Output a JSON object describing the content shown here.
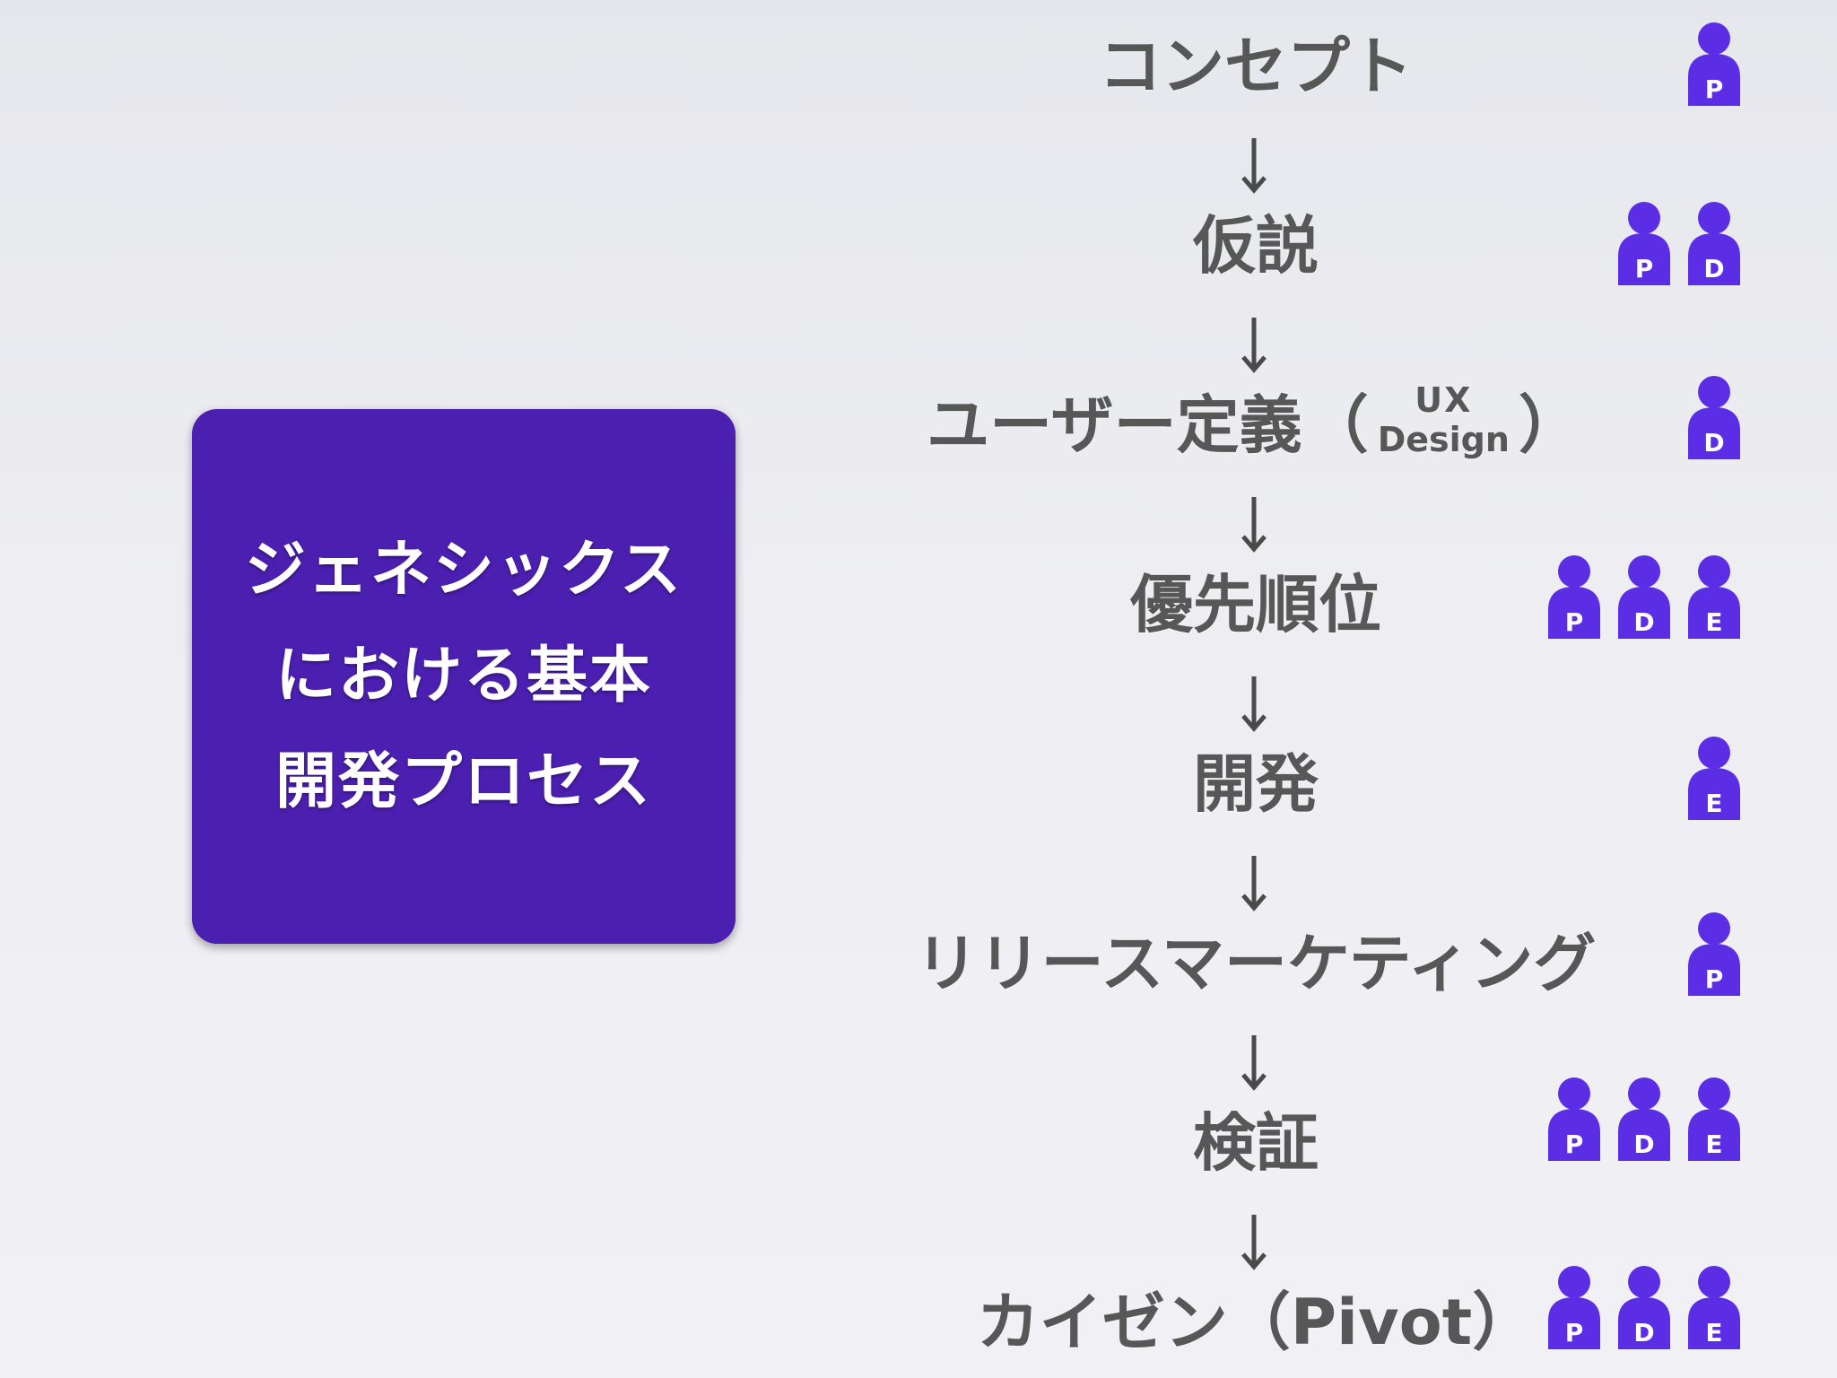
{
  "title_lines": [
    "ジェネシックス",
    "における基本",
    "開発プロセス"
  ],
  "steps": [
    {
      "label": "コンセプト",
      "roles": [
        "P"
      ]
    },
    {
      "label": "仮説",
      "roles": [
        "P",
        "D"
      ]
    },
    {
      "label": "ユーザー定義",
      "open_paren": "（",
      "sub_top": "UX",
      "sub_bottom": "Design",
      "close_paren": "）",
      "roles": [
        "D"
      ]
    },
    {
      "label": "優先順位",
      "roles": [
        "P",
        "D",
        "E"
      ]
    },
    {
      "label": "開発",
      "roles": [
        "E"
      ]
    },
    {
      "label": "リリースマーケティング",
      "roles": [
        "P"
      ]
    },
    {
      "label": "検証",
      "roles": [
        "P",
        "D",
        "E"
      ]
    },
    {
      "label": "カイゼン（Pivot）",
      "roles": [
        "P",
        "D",
        "E"
      ]
    }
  ],
  "colors": {
    "box": "#4b1fb0",
    "person": "#5b2ee6",
    "step_text": "#575757",
    "arrow": "#4a4a4a"
  },
  "icons": {
    "person": "person-icon",
    "arrow": "down-arrow-icon"
  }
}
